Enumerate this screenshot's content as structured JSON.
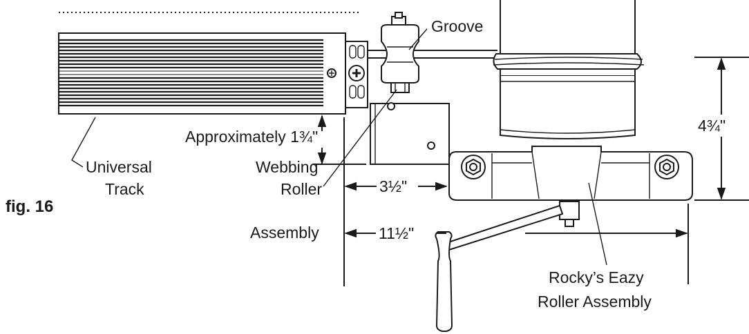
{
  "figure": {
    "label": "fig. 16"
  },
  "labels": {
    "groove": "Groove",
    "approximately": "Approximately 1¾\"",
    "universal_track_line1": "Universal",
    "universal_track_line2": "Track",
    "webbing_line1": "Webbing",
    "webbing_line2": "Roller",
    "webbing_line3": "Assembly",
    "rocky_line1": "Rocky’s Eazy",
    "rocky_line2": "Roller Assembly"
  },
  "dimensions": {
    "three_half": "3½\"",
    "eleven_half": "11½\"",
    "four_three_quarter": "4¾\""
  },
  "colors": {
    "ink": "#1a1a1a",
    "background": "#ffffff"
  },
  "icons": [
    "phillips-screw-icon",
    "hex-nut-icon"
  ]
}
